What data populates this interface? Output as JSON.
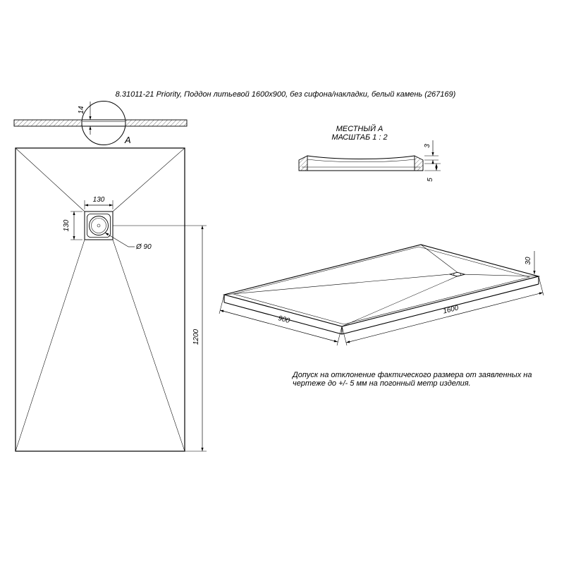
{
  "drawing": {
    "title": "8.31011-21 Priority, Поддон литьевой 1600x900, без сифона/накладки, белый камень (267169)"
  },
  "section_view": {
    "thickness_dim": "14",
    "callout_label": "A"
  },
  "plan_view": {
    "drain_width_dim": "130",
    "drain_height_dim": "130",
    "drain_diameter_dim": "Ø 90",
    "length_to_drain_dim": "1200"
  },
  "detail_view": {
    "title": "МЕСТНЫЙ А",
    "scale": "МАСШТАБ 1 : 2",
    "rim_dim": "3",
    "base_dim": "5"
  },
  "iso_view": {
    "width_dim": "900",
    "length_dim": "1600",
    "height_dim": "30"
  },
  "note": {
    "line1": "Допуск на отклонение фактического размера от заявленных на",
    "line2": "чертеже до +/- 5 мм на погонный метр изделия."
  }
}
